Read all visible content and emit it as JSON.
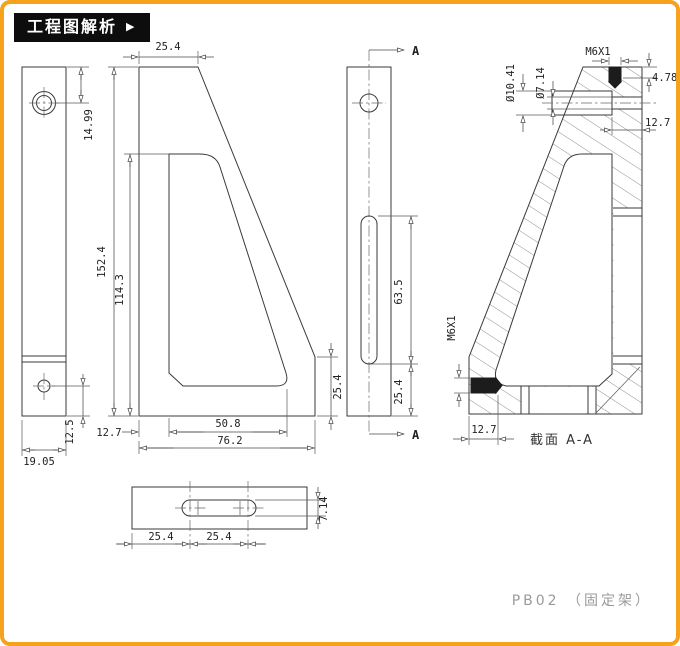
{
  "header": {
    "title": "工程图解析",
    "arrow": "▶"
  },
  "footer": {
    "part_label": "PB02 （固定架）"
  },
  "views": {
    "left_side": {
      "dims": {
        "hole_from_top": "14.99",
        "thread_from_bottom": "12.5",
        "width": "19.05"
      }
    },
    "front": {
      "dims": {
        "top_width": "25.4",
        "height": "152.4",
        "pocket_height": "114.3",
        "wall_thickness": "12.7",
        "pocket_width": "50.8",
        "base_width": "76.2",
        "step_height": "25.4"
      }
    },
    "right_side": {
      "section_label": "A",
      "dims": {
        "slot_length": "63.5",
        "slot_from_bottom": "25.4"
      }
    },
    "bottom": {
      "dims": {
        "hole1_offset": "25.4",
        "hole2_offset": "25.4",
        "slot_width": "7.14"
      }
    },
    "section": {
      "caption": "截面  A-A",
      "dims": {
        "counterbore_dia": "Ø10.41",
        "hole_dia": "Ø7.14",
        "top_thread": "M6X1",
        "thread_depth": "4.78",
        "wall_remaining": "12.7",
        "side_thread": "M6X1",
        "thread_reach": "12.7"
      }
    }
  }
}
